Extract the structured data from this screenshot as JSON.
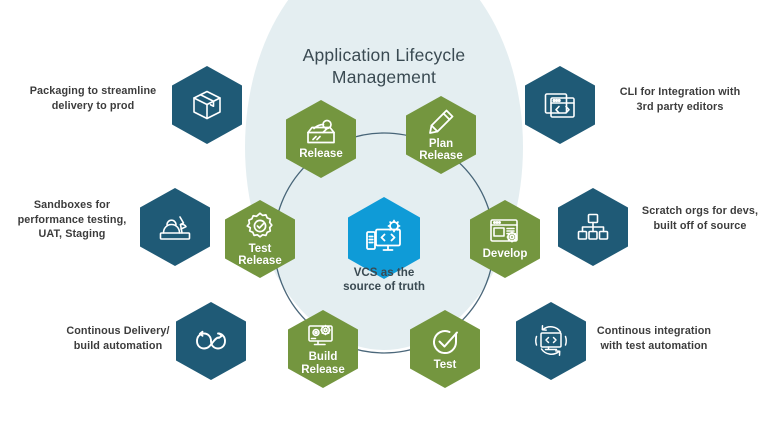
{
  "title": "Application Lifecycle\nManagement",
  "colors": {
    "background": "#ffffff",
    "circle_fill": "#e4eef1",
    "green_hex": "#74963f",
    "dark_hex": "#1f5a76",
    "center_hex": "#0f9bd7",
    "ring_line": "#2c4c63",
    "title_text": "#3a4a52",
    "callout_text": "#3c3c3c"
  },
  "center": {
    "icon": "monitor-code-gear-icon",
    "caption": "VCS as the\nsource of truth"
  },
  "lifecycle_nodes": [
    {
      "id": "release",
      "label": "Release",
      "icon": "rocket-launch-icon"
    },
    {
      "id": "plan-release",
      "label": "Plan\nRelease",
      "icon": "pencil-icon"
    },
    {
      "id": "develop",
      "label": "Develop",
      "icon": "browser-gear-icon"
    },
    {
      "id": "test",
      "label": "Test",
      "icon": "check-circle-icon"
    },
    {
      "id": "build-release",
      "label": "Build\nRelease",
      "icon": "monitor-gears-icon"
    },
    {
      "id": "test-release",
      "label": "Test\nRelease",
      "icon": "gear-check-icon"
    }
  ],
  "callouts": [
    {
      "id": "packaging",
      "text": "Packaging to streamline\ndelivery to prod",
      "icon": "package-box-icon"
    },
    {
      "id": "cli-integration",
      "text": "CLI for Integration with\n3rd party editors",
      "icon": "code-window-icon"
    },
    {
      "id": "sandboxes",
      "text": "Sandboxes for\nperformance testing,\nUAT, Staging",
      "icon": "sandbox-icon"
    },
    {
      "id": "scratch-orgs",
      "text": "Scratch orgs for devs,\nbuilt off of source",
      "icon": "hierarchy-icon"
    },
    {
      "id": "continuous-delivery",
      "text": "Continous Delivery/\nbuild automation",
      "icon": "infinity-loop-icon"
    },
    {
      "id": "continuous-integration",
      "text": "Continous integration\nwith test automation",
      "icon": "monitor-refresh-code-icon"
    }
  ]
}
